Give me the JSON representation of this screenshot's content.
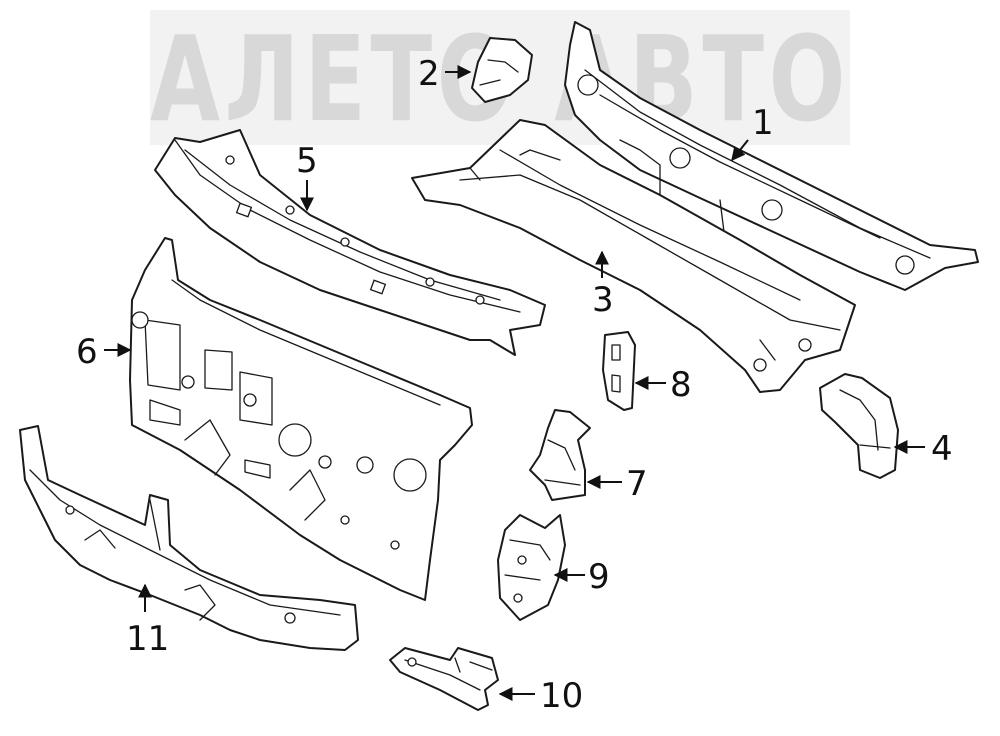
{
  "watermark": {
    "text": "АЛЕТО АВТО",
    "color": "#d8d8d8"
  },
  "callouts": [
    {
      "id": "1",
      "label": "1"
    },
    {
      "id": "2",
      "label": "2"
    },
    {
      "id": "3",
      "label": "3"
    },
    {
      "id": "4",
      "label": "4"
    },
    {
      "id": "5",
      "label": "5"
    },
    {
      "id": "6",
      "label": "6"
    },
    {
      "id": "7",
      "label": "7"
    },
    {
      "id": "8",
      "label": "8"
    },
    {
      "id": "9",
      "label": "9"
    },
    {
      "id": "10",
      "label": "10"
    },
    {
      "id": "11",
      "label": "11"
    }
  ],
  "colors": {
    "line": "#1a1a1a",
    "background": "#ffffff"
  }
}
